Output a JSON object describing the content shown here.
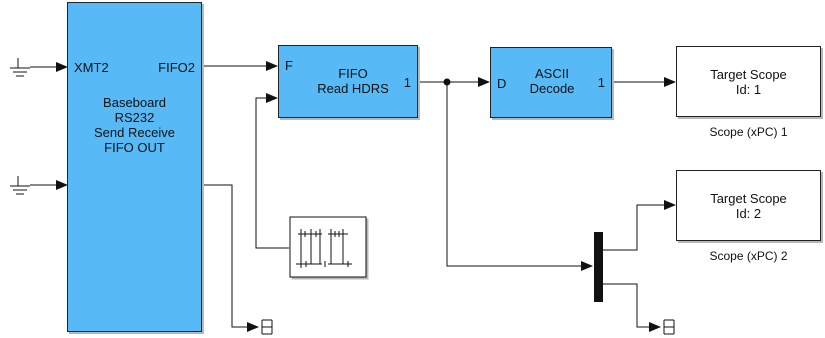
{
  "blocks": {
    "baseboard": {
      "in_port_1": "XMT2",
      "out_port_1": "FIFO2",
      "title_lines": [
        "Baseboard",
        "RS232",
        "Send Receive",
        "FIFO OUT"
      ]
    },
    "fifo_read": {
      "in_port_1": "F",
      "out_port_1": "1",
      "title_lines": [
        "FIFO",
        "Read HDRS"
      ]
    },
    "ascii_decode": {
      "in_port_1": "D",
      "out_port_1": "1",
      "title_lines": [
        "ASCII",
        "Decode"
      ]
    },
    "scope1": {
      "title_lines": [
        "Target Scope",
        "Id: 1"
      ],
      "caption": "Scope (xPC) 1"
    },
    "scope2": {
      "title_lines": [
        "Target Scope",
        "Id: 2"
      ],
      "caption": "Scope (xPC) 2"
    }
  },
  "colors": {
    "block_fill": "#57b9f5",
    "line": "#111111",
    "shadow": "#b8b8b8"
  },
  "icons": [
    "ground-icon",
    "ground-icon",
    "terminator-icon",
    "terminator-icon",
    "signal-display-icon",
    "mux-bar"
  ]
}
